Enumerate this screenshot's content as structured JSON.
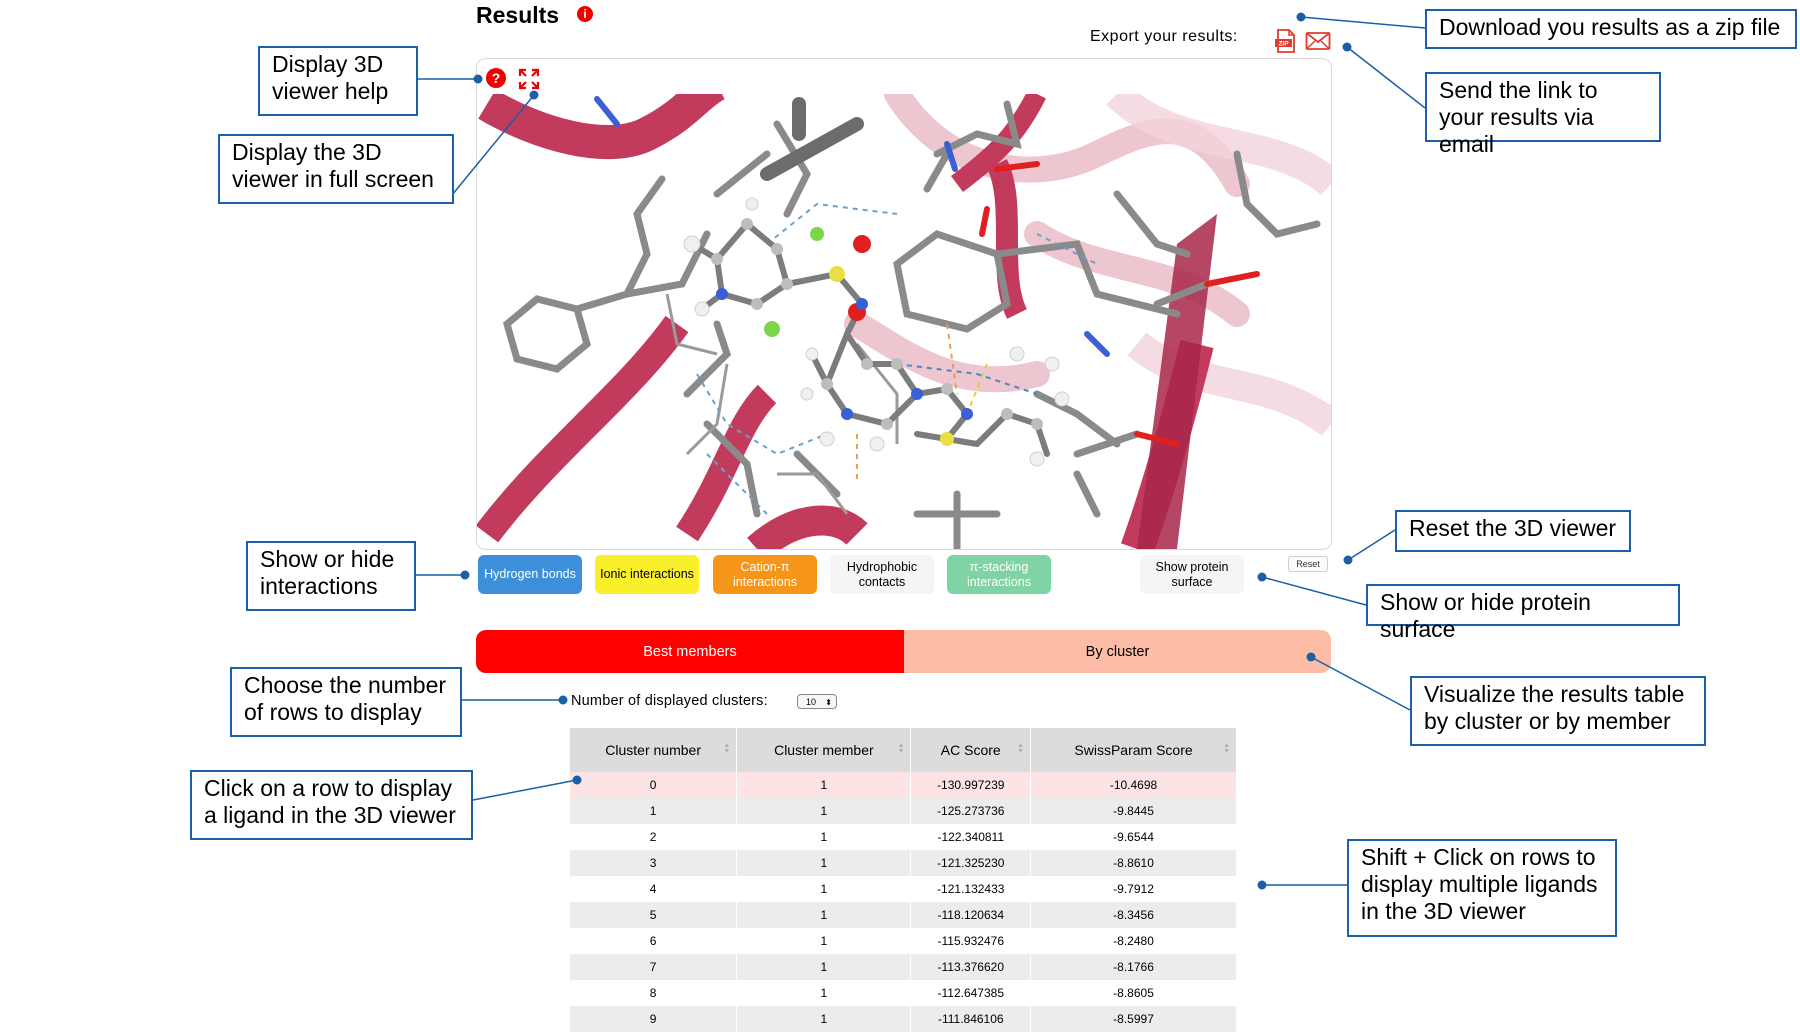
{
  "header": {
    "title": "Results",
    "export_label": "Export your results:",
    "icons": [
      "info-icon",
      "zip-file-icon",
      "email-icon"
    ]
  },
  "viewer": {
    "toolbar_icons": [
      "help-icon",
      "fullscreen-icon"
    ],
    "reset_label": "Reset",
    "colors": {
      "ribbon": "#c23b5c",
      "stick": "#888888",
      "oxygen": "#e02020",
      "nitrogen": "#3a5fd6",
      "sulfur": "#e8e040",
      "fluorine": "#7cd64a"
    }
  },
  "interaction_buttons": [
    {
      "label": "Hydrogen bonds",
      "color": "#3c8fd8",
      "text_color": "#ffffff"
    },
    {
      "label": "Ionic interactions",
      "color": "#f9ef2a",
      "text_color": "#000000"
    },
    {
      "label": "Cation-π interactions",
      "color": "#f5951a",
      "text_color": "#ffffff"
    },
    {
      "label": "Hydrophobic contacts",
      "color": "#f5f5f5",
      "text_color": "#000000"
    },
    {
      "label": "π-stacking interactions",
      "color": "#7fd3a5",
      "text_color": "#ffffff"
    },
    {
      "label": "Show protein surface",
      "color": "#f5f5f5",
      "text_color": "#000000"
    }
  ],
  "view_switch": {
    "active": {
      "label": "Best members",
      "color": "#ff0000"
    },
    "inactive": {
      "label": "By cluster",
      "color": "#fdbca5"
    }
  },
  "clusters_control": {
    "label": "Number of displayed clusters:",
    "value": "10"
  },
  "table": {
    "columns": [
      "Cluster number",
      "Cluster member",
      "AC Score",
      "SwissParam Score"
    ],
    "rows": [
      [
        "0",
        "1",
        "-130.997239",
        "-10.4698"
      ],
      [
        "1",
        "1",
        "-125.273736",
        "-9.8445"
      ],
      [
        "2",
        "1",
        "-122.340811",
        "-9.6544"
      ],
      [
        "3",
        "1",
        "-121.325230",
        "-8.8610"
      ],
      [
        "4",
        "1",
        "-121.132433",
        "-9.7912"
      ],
      [
        "5",
        "1",
        "-118.120634",
        "-8.3456"
      ],
      [
        "6",
        "1",
        "-115.932476",
        "-8.2480"
      ],
      [
        "7",
        "1",
        "-113.376620",
        "-8.1766"
      ],
      [
        "8",
        "1",
        "-112.647385",
        "-8.8605"
      ],
      [
        "9",
        "1",
        "-111.846106",
        "-8.5997"
      ]
    ],
    "selected_row": 0
  },
  "callouts": {
    "download_zip": "Download you results as a zip file",
    "send_link": "Send the link to your results via email",
    "viewer_help": "Display 3D viewer help",
    "fullscreen": "Display the 3D viewer in full screen",
    "reset_viewer": "Reset the 3D viewer",
    "show_hide_interactions": "Show or hide interactions",
    "protein_surface": "Show or hide protein surface",
    "choose_rows": "Choose the number of rows to display",
    "visualize_table": "Visualize the results table by cluster or by member",
    "click_row": "Click on a row to display a ligand in the 3D viewer",
    "shift_click": "Shift + Click on rows to display multiple ligands in the 3D viewer"
  },
  "accent_color": "#1a5fa8"
}
